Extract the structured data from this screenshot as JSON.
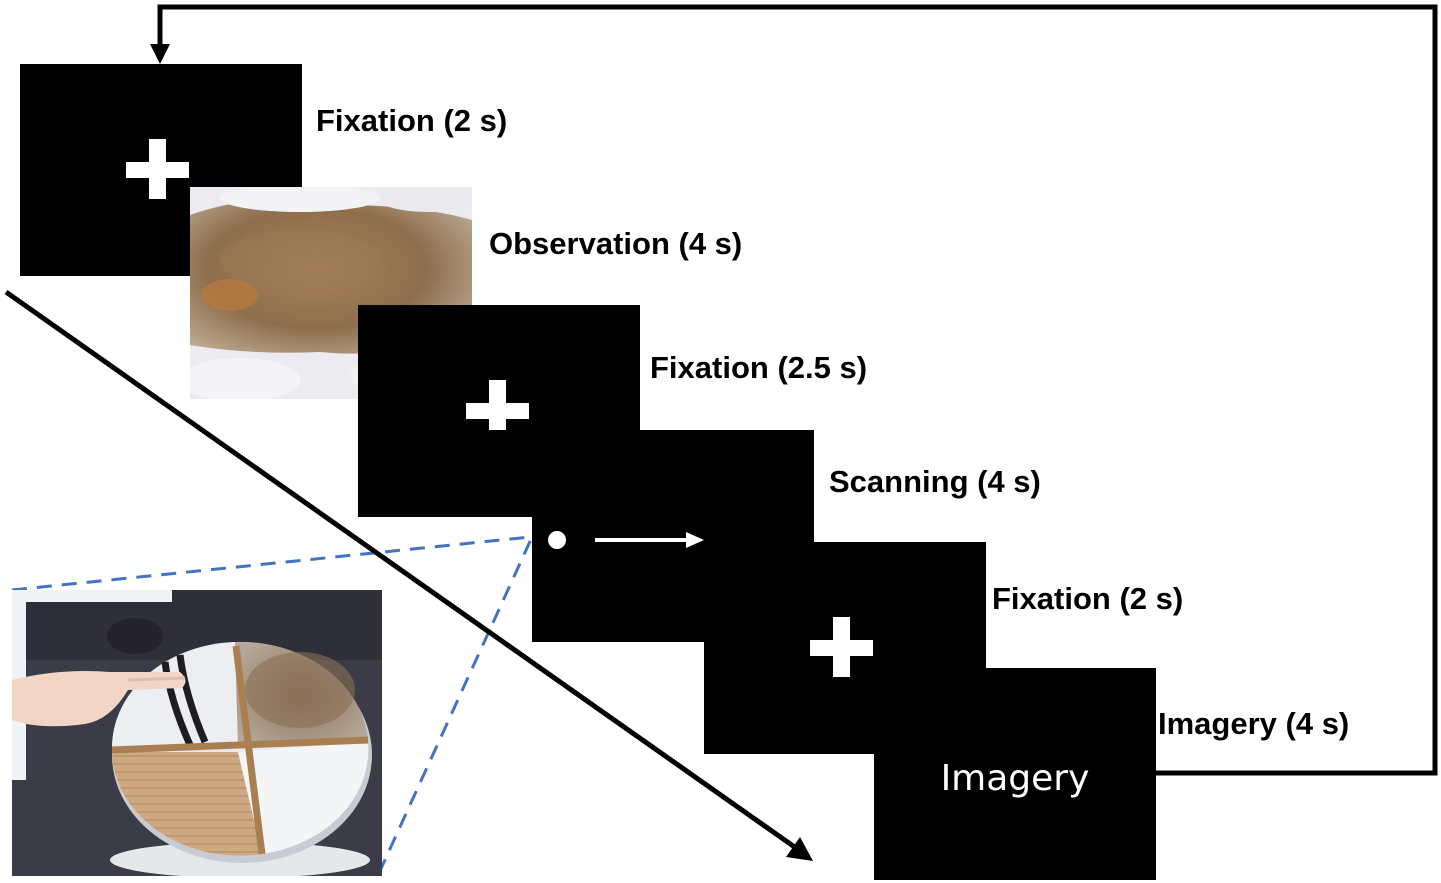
{
  "steps": [
    {
      "label": "Fixation (2 s)",
      "content": "cross"
    },
    {
      "label": "Observation (4 s)",
      "content": "photo-fur"
    },
    {
      "label": "Fixation (2.5 s)",
      "content": "cross"
    },
    {
      "label": "Scanning (4 s)",
      "content": "dot-arrow"
    },
    {
      "label": "Fixation (2 s)",
      "content": "cross"
    },
    {
      "label": "Imagery (4 s)",
      "content": "text",
      "screen_text": "Imagery"
    }
  ],
  "colors": {
    "screen": "#000000",
    "symbol": "#ffffff",
    "loop_line": "#000000",
    "time_arrow": "#000000",
    "zoom_dash": "#4472c4",
    "fur_brown": "#9c7a55",
    "fur_white": "#eeeef2",
    "disk_white": "#e8ebef",
    "cardboard": "#c9a57a",
    "table_dark": "#3a3b45"
  },
  "icons": [
    "fixation-cross-icon",
    "scanning-dot-icon",
    "scan-direction-arrow-icon",
    "loop-arrow-icon",
    "time-arrow-icon"
  ]
}
